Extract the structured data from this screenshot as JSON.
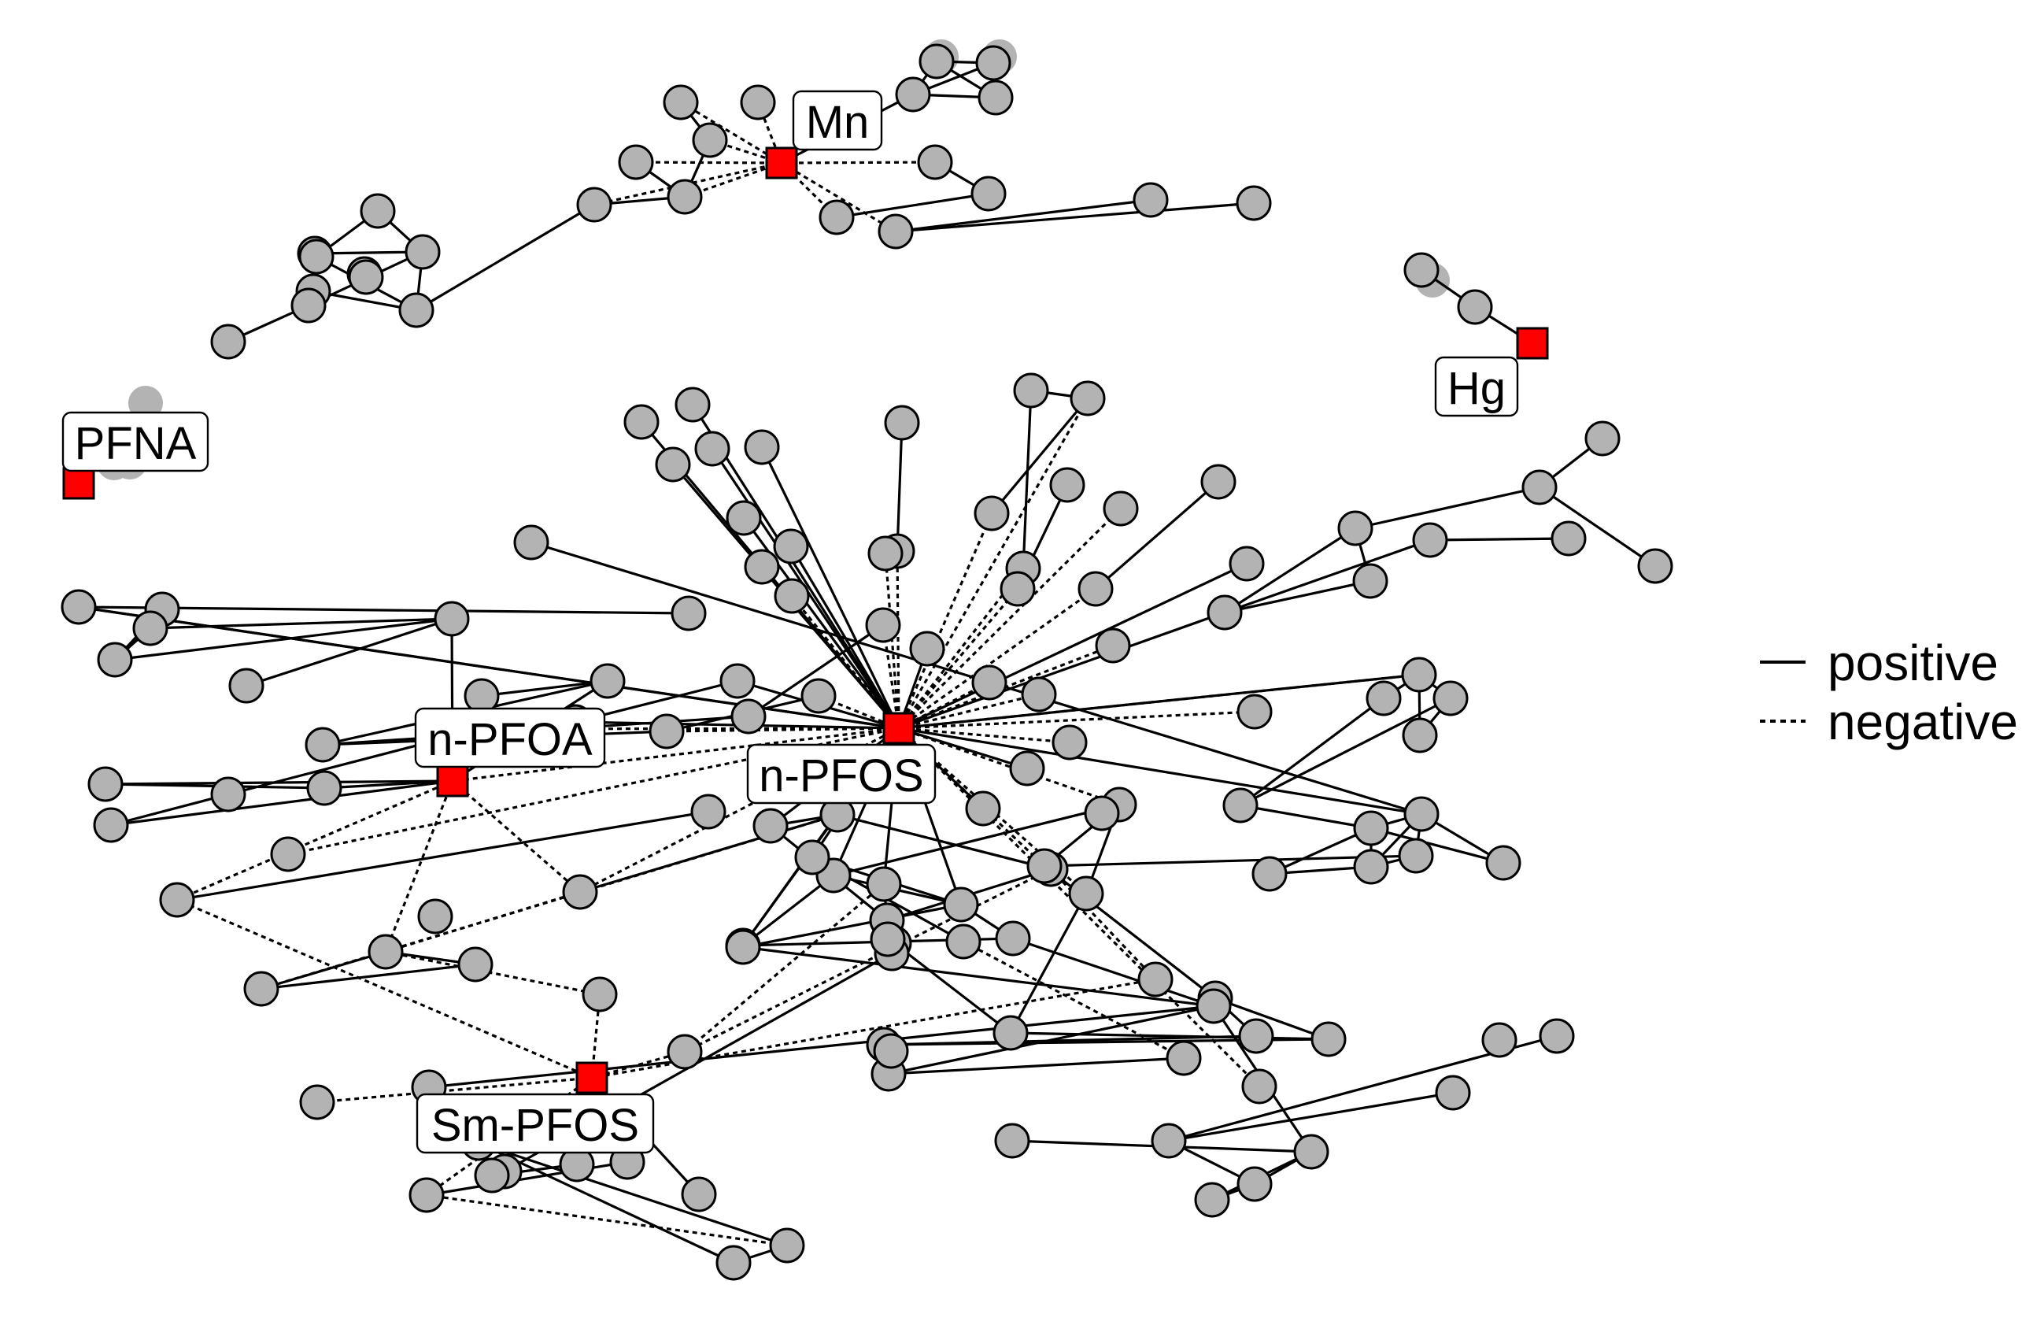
{
  "diagram": {
    "hubs": [
      {
        "id": "Mn",
        "label": "Mn"
      },
      {
        "id": "Hg",
        "label": "Hg"
      },
      {
        "id": "PFNA",
        "label": "PFNA"
      },
      {
        "id": "n-PFOA",
        "label": "n-PFOA"
      },
      {
        "id": "n-PFOS",
        "label": "n-PFOS"
      },
      {
        "id": "Sm-PFOS",
        "label": "Sm-PFOS"
      }
    ],
    "legend": [
      {
        "style": "solid",
        "label": "positive"
      },
      {
        "style": "dashed",
        "label": "negative"
      }
    ],
    "colors": {
      "hub": "#ff0000",
      "node": "#b3b3b3",
      "edge": "#000000",
      "background": "#ffffff"
    }
  }
}
